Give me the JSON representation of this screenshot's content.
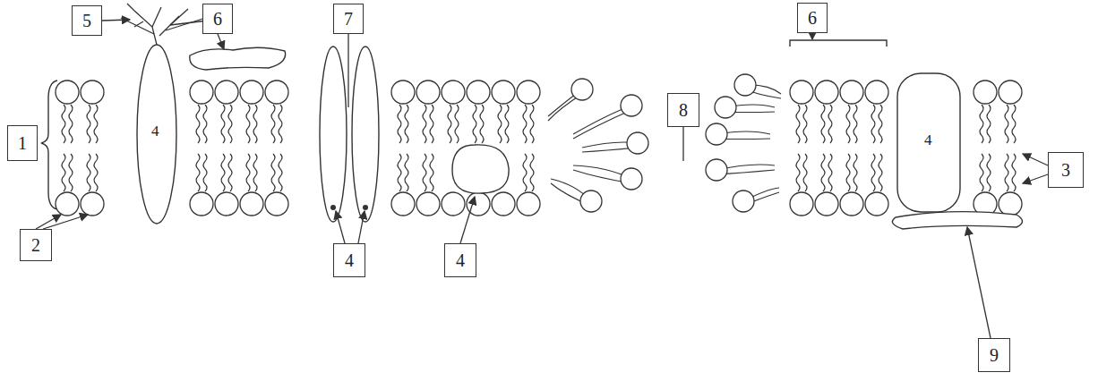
{
  "diagram": {
    "labels": [
      "5",
      "6",
      "7",
      "8",
      "6",
      "1",
      "3",
      "2",
      "4",
      "4",
      "9",
      "4",
      "4"
    ]
  }
}
